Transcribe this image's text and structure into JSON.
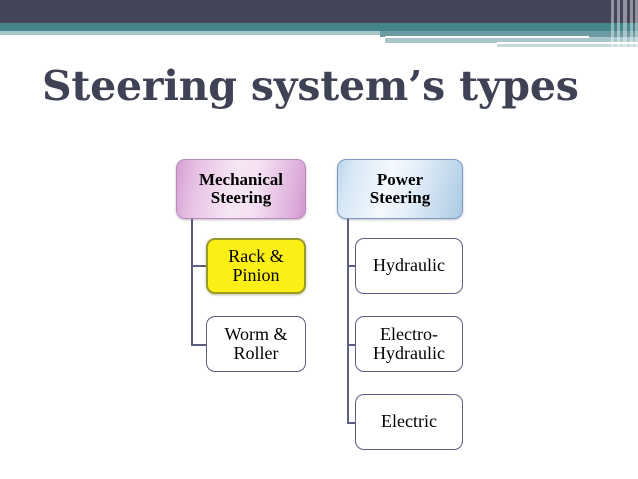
{
  "slide": {
    "title": "Steering system’s types",
    "background_color": "#ffffff"
  },
  "header": {
    "band_navy_color": "#434558",
    "band_teal_color": "#44858c",
    "band_lightblue_color": "#a9c6cd"
  },
  "diagram": {
    "type": "tree",
    "columns": [
      {
        "root": {
          "label": "Mechanical\nSteering",
          "label_line1": "Mechanical",
          "label_line2": "Steering",
          "fill": "pink-gradient",
          "border_color": "#b98bbd"
        },
        "children": [
          {
            "label_line1": "Rack &",
            "label_line2": "Pinion",
            "fill": "#fcef16",
            "border_color": "#9a9a2a",
            "highlighted": true
          },
          {
            "label_line1": "Worm &",
            "label_line2": "Roller",
            "fill": "#ffffff",
            "border_color": "#5d5f82",
            "highlighted": false
          }
        ]
      },
      {
        "root": {
          "label": "Power\nSteering",
          "label_line1": "Power",
          "label_line2": "Steering",
          "fill": "blue-gradient",
          "border_color": "#7f9cc0"
        },
        "children": [
          {
            "label_line1": "Hydraulic",
            "label_line2": "",
            "fill": "#ffffff",
            "border_color": "#5d5f82",
            "highlighted": false
          },
          {
            "label_line1": "Electro-",
            "label_line2": "Hydraulic",
            "fill": "#ffffff",
            "border_color": "#5d5f82",
            "highlighted": false
          },
          {
            "label_line1": "Electric",
            "label_line2": "",
            "fill": "#ffffff",
            "border_color": "#5d5f82",
            "highlighted": false
          }
        ]
      }
    ]
  }
}
